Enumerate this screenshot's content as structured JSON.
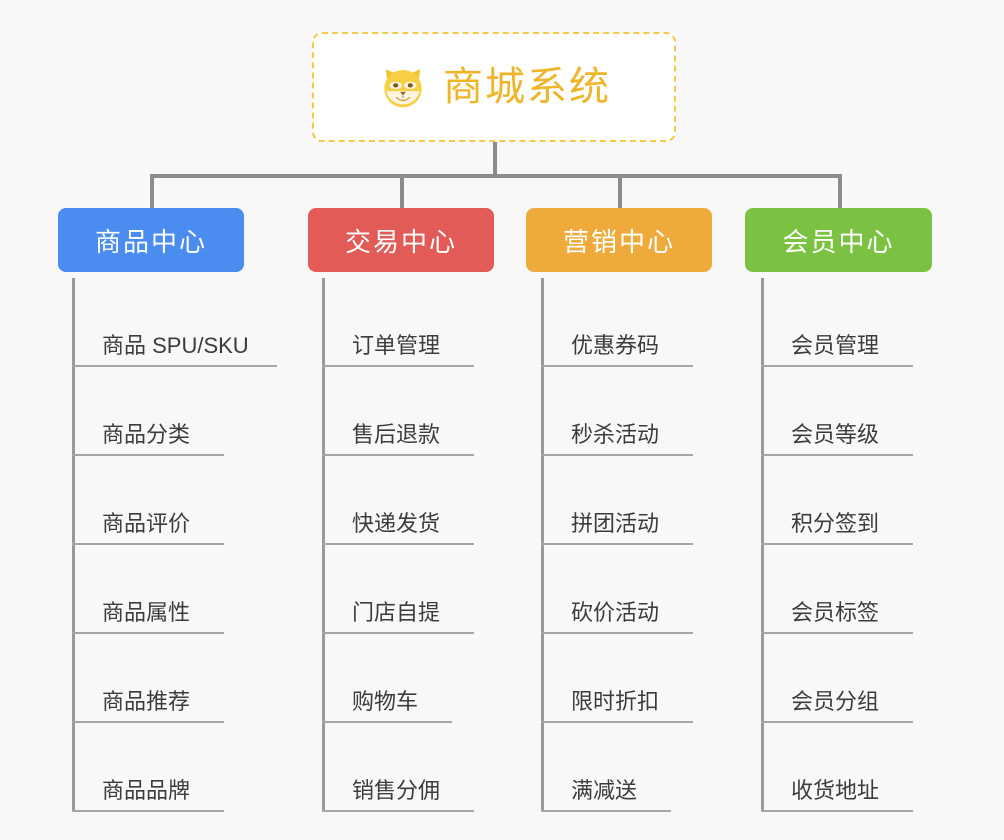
{
  "background_color": "#f8f8f8",
  "root": {
    "title": "商城系统",
    "icon": "shiba-dog-icon",
    "text_color": "#f0b429",
    "border_color": "#f7c948",
    "background": "#ffffff"
  },
  "columns": [
    {
      "id": "product-center",
      "label": "商品中心",
      "color": "#4a8cf0",
      "items": [
        "商品 SPU/SKU",
        "商品分类",
        "商品评价",
        "商品属性",
        "商品推荐",
        "商品品牌"
      ]
    },
    {
      "id": "trade-center",
      "label": "交易中心",
      "color": "#e35b57",
      "items": [
        "订单管理",
        "售后退款",
        "快递发货",
        "门店自提",
        "购物车",
        "销售分佣"
      ]
    },
    {
      "id": "marketing-center",
      "label": "营销中心",
      "color": "#eeab3c",
      "items": [
        "优惠券码",
        "秒杀活动",
        "拼团活动",
        "砍价活动",
        "限时折扣",
        "满减送"
      ]
    },
    {
      "id": "member-center",
      "label": "会员中心",
      "color": "#7cc242",
      "items": [
        "会员管理",
        "会员等级",
        "积分签到",
        "会员标签",
        "会员分组",
        "收货地址"
      ]
    }
  ],
  "connector_color": "#8c8c8c",
  "leaf_rule_color": "#a6a6a6",
  "leaf_text_color": "#3c3c3c"
}
